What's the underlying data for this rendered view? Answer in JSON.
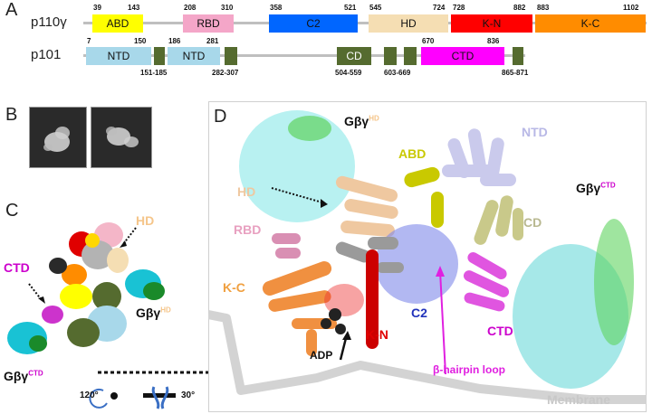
{
  "panels": {
    "A": "A",
    "B": "B",
    "C": "C",
    "D": "D"
  },
  "proteins": {
    "p110": "p110γ",
    "p101": "p101"
  },
  "p110_domains": [
    {
      "label": "ABD",
      "start": "39",
      "end": "143",
      "color": "#ffff00"
    },
    {
      "label": "RBD",
      "start": "208",
      "end": "310",
      "color": "#f4a6c8"
    },
    {
      "label": "C2",
      "start": "358",
      "end": "521",
      "color": "#0066ff"
    },
    {
      "label": "HD",
      "start": "545",
      "end": "724",
      "color": "#f5deb3"
    },
    {
      "label": "K-N",
      "start": "728",
      "end": "882",
      "color": "#ff0000"
    },
    {
      "label": "K-C",
      "start": "883",
      "end": "1102",
      "color": "#ff8c00"
    }
  ],
  "p101_domains": [
    {
      "label": "NTD",
      "start": "7",
      "end": "150",
      "color": "#a8d8ea"
    },
    {
      "label": "NTD",
      "start": "186",
      "end": "281",
      "color": "#a8d8ea"
    },
    {
      "label": "CD",
      "color": "#556b2f"
    },
    {
      "label": "CTD",
      "start": "670",
      "end": "836",
      "color": "#ff00ff"
    }
  ],
  "p101_linkers": [
    "151-185",
    "282-307",
    "504-559",
    "603-669",
    "865-871"
  ],
  "panel_c_labels": {
    "hd": "HD",
    "ctd": "CTD",
    "gby_hd": "Gβγ",
    "gby_hd_sup": "HD",
    "gby_ctd": "Gβγ",
    "gby_ctd_sup": "CTD",
    "rot1": "120°",
    "rot2": "30°"
  },
  "panel_d_labels": {
    "gby_hd": "Gβγ",
    "gby_hd_sup": "HD",
    "abd": "ABD",
    "ntd": "NTD",
    "cd": "CD",
    "gby_ctd": "Gβγ",
    "gby_ctd_sup": "CTD",
    "hd": "HD",
    "rbd": "RBD",
    "kc": "K-C",
    "c2": "C2",
    "ctd": "CTD",
    "kn": "K-N",
    "adp": "ADP",
    "hairpin": "β-hairpin loop",
    "membrane": "Membrane"
  }
}
